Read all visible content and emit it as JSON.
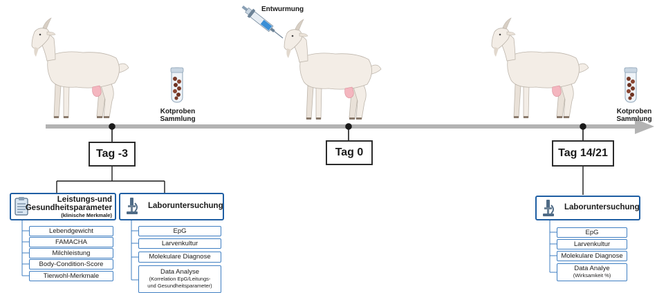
{
  "timeline": {
    "days": [
      "Tag -3",
      "Tag 0",
      "Tag 14/21"
    ],
    "sample_label_line1": "Kotproben",
    "sample_label_line2": "Sammlung",
    "deworming_label": "Entwurmung"
  },
  "left_panel": {
    "header_line1": "Leistungs-und",
    "header_line2": "Gesundheitsparameter",
    "header_line3": "(klinische Merkmale)",
    "items": [
      "Lebendgewicht",
      "FAMACHA",
      "Milchleistung",
      "Body-Condition-Score",
      "Tierwohl-Merkmale"
    ]
  },
  "middle_panel": {
    "header": "Laboruntersuchung",
    "items": [
      "EpG",
      "Larvenkultur",
      "Molekulare Diagnose"
    ],
    "analysis_title": "Data Analyse",
    "analysis_sub1": "(Korrelation EpG/Leitungs-",
    "analysis_sub2": "und Gesundheitsparameter)"
  },
  "right_panel": {
    "header": "Laboruntersuchung",
    "items": [
      "EpG",
      "Larvenkultur",
      "Molekulare Diagnose"
    ],
    "analysis_title": "Data Analye",
    "analysis_sub": "(Wirksamkeit %)"
  },
  "colors": {
    "arrow": "#b3b3b3",
    "box_border": "#1e5ea3",
    "item_border": "#3e7ec2",
    "goat_body": "#f3ede6"
  }
}
